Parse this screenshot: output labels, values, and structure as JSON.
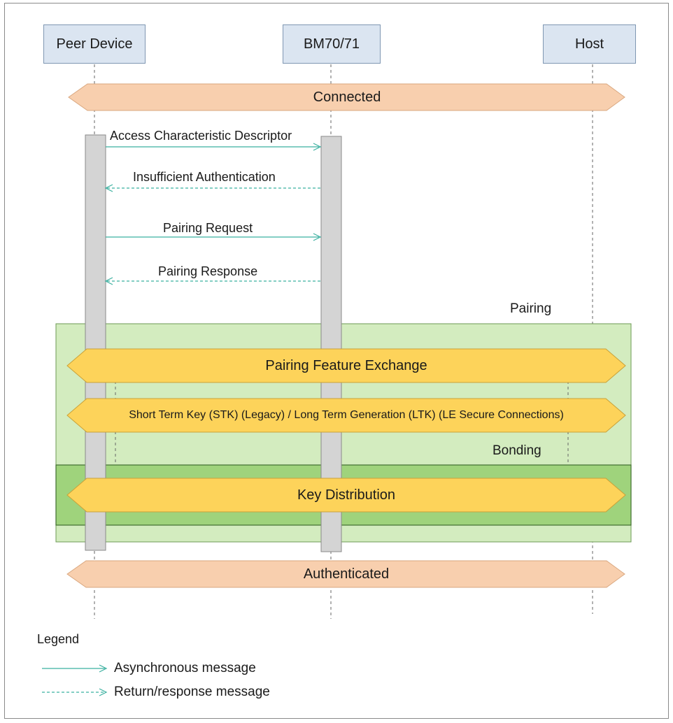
{
  "lifelines": [
    {
      "id": "peer",
      "label": "Peer Device"
    },
    {
      "id": "bm",
      "label": "BM70/71"
    },
    {
      "id": "host",
      "label": "Host"
    }
  ],
  "banners": {
    "connected": "Connected",
    "pairing_feature_exchange": "Pairing Feature Exchange",
    "stk_ltk": "Short Term Key (STK) (Legacy) / Long Term Generation (LTK) (LE Secure Connections)",
    "key_distribution": "Key Distribution",
    "authenticated": "Authenticated"
  },
  "messages": [
    {
      "label": "Access Characteristic Descriptor",
      "type": "async",
      "from": "peer",
      "to": "bm"
    },
    {
      "label": "Insufficient Authentication",
      "type": "return",
      "from": "bm",
      "to": "peer"
    },
    {
      "label": "Pairing Request",
      "type": "async",
      "from": "peer",
      "to": "bm"
    },
    {
      "label": "Pairing Response",
      "type": "return",
      "from": "bm",
      "to": "peer"
    }
  ],
  "regions": {
    "pairing": "Pairing",
    "bonding": "Bonding"
  },
  "legend": {
    "title": "Legend",
    "async": "Asynchronous message",
    "return": "Return/response message"
  },
  "colors": {
    "lifeline_box": "#dbe5f1",
    "connection_banner": "#f8cfae",
    "pairing_region": "#d3ecbf",
    "bonding_region": "#9fd37c",
    "phase_banner": "#fdd35a",
    "message_arrow": "#3bb0a0",
    "activation_bar": "#d4d4d4"
  }
}
